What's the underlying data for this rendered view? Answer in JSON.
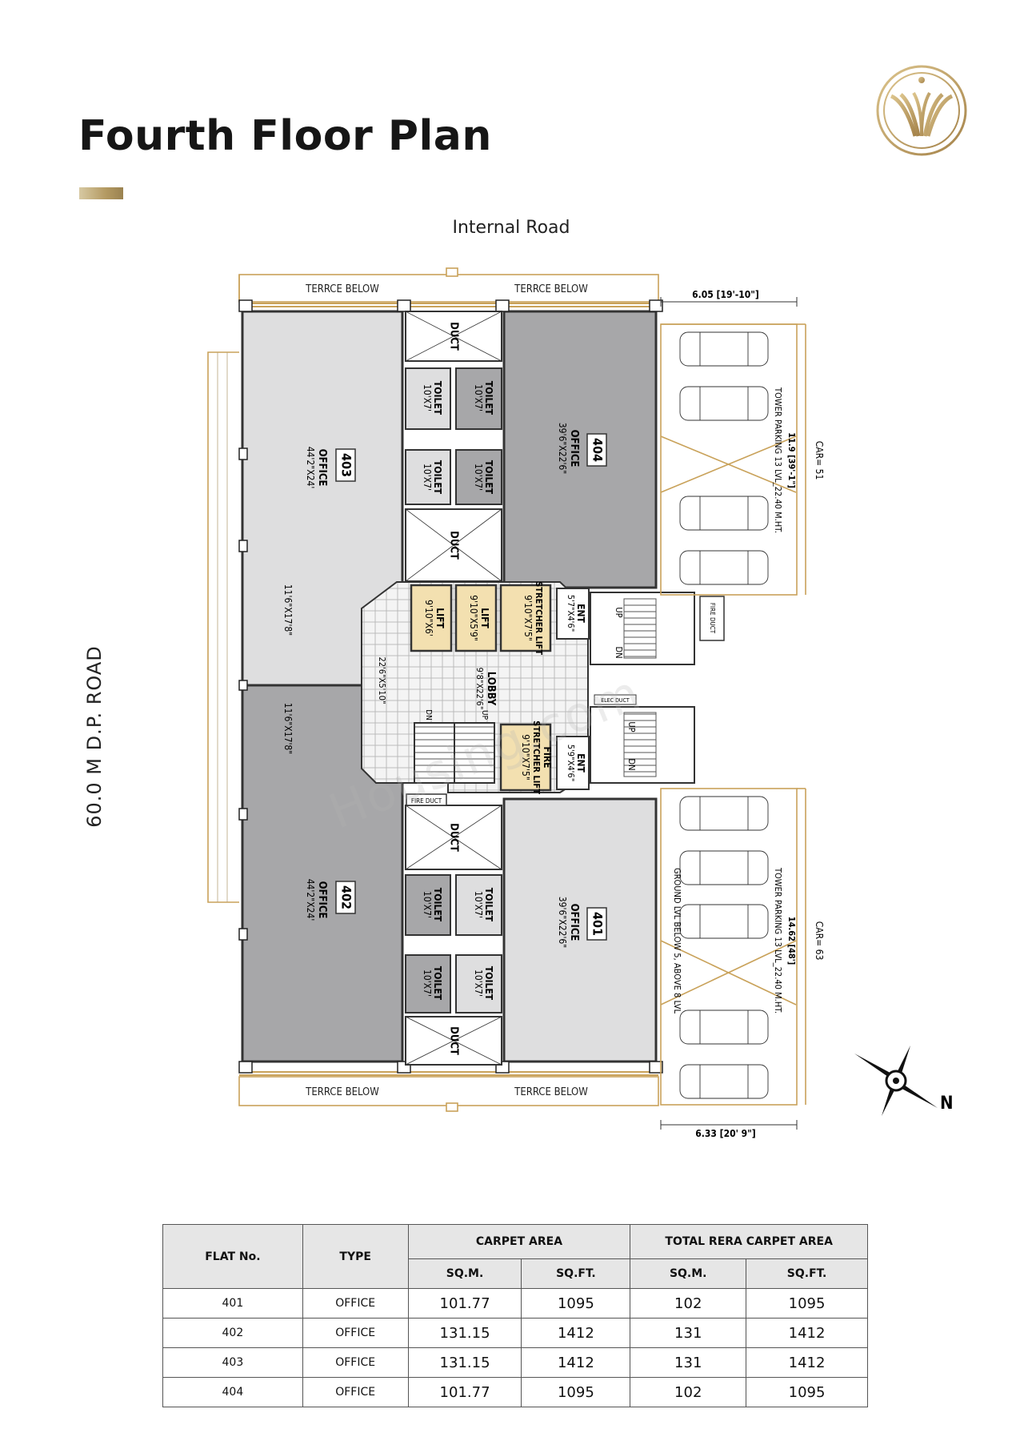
{
  "header": {
    "title": "Fourth Floor Plan"
  },
  "plan": {
    "road_top": "Internal Road",
    "road_left": "60.0 M D.P. ROAD",
    "terrace_label": "TERRCE BELOW",
    "watermark": "Housing.com",
    "north": "N",
    "units": [
      {
        "no": "403",
        "type": "OFFICE",
        "size": "44'2\"X24'",
        "inner": "11'6\"X17'8\""
      },
      {
        "no": "404",
        "type": "OFFICE",
        "size": "39'6\"X22'6\""
      },
      {
        "no": "402",
        "type": "OFFICE",
        "size": "44'2\"X24'",
        "inner": "11'6\"X17'8\""
      },
      {
        "no": "401",
        "type": "OFFICE",
        "size": "39'6\"X22'6\""
      }
    ],
    "duct": "DUCT",
    "toilet": "TOILET",
    "toilet_size": "10'X7'",
    "lift": "LIFT",
    "lift1_size": "9'10\"X6'",
    "lift2_size": "9'10\"X5'9\"",
    "stretcher_lift": "STRETCHER LIFT",
    "stretcher_size": "9'10\"X7'5\"",
    "fire": "FIRE",
    "lobby": "LOBBY",
    "lobby_size": "9'8\"X22'6\"",
    "lobby_side": "22'6\"X5'10\"",
    "ent": "ENT",
    "ent_size_top": "5'7\"X4'6\"",
    "ent_size_bottom": "5'9\"X4'6\"",
    "up": "UP",
    "dn": "DN",
    "fire_duct": "FIRE DUCT",
    "elec_duct": "ELEC DUCT",
    "dim_top": "6.05 [19'-10\"]",
    "dim_bottom": "6.33 [20' 9\"]",
    "dim_side_top": "11.9 [39'-1\"]",
    "dim_side_bottom": "14.62 [48']",
    "tower_top": "TOWER PARKING 13 LVL_22.40 M.HT.",
    "tower_bottom": "TOWER PARKING 13 LVL_22.40 M.HT.",
    "tower_bottom2": "GROUND LVL BELOW 5, ABOVE 8 LVL",
    "car_top": "CAR= 51",
    "car_bottom": "CAR= 63"
  },
  "table": {
    "headers": {
      "flat_no": "FLAT No.",
      "type": "TYPE",
      "carpet": "CARPET AREA",
      "rera": "TOTAL RERA  CARPET  AREA",
      "sqm": "SQ.M.",
      "sqft": "SQ.FT."
    },
    "rows": [
      {
        "flat": "401",
        "type": "OFFICE",
        "c_sqm": "101.77",
        "c_sqft": "1095",
        "r_sqm": "102",
        "r_sqft": "1095"
      },
      {
        "flat": "402",
        "type": "OFFICE",
        "c_sqm": "131.15",
        "c_sqft": "1412",
        "r_sqm": "131",
        "r_sqft": "1412"
      },
      {
        "flat": "403",
        "type": "OFFICE",
        "c_sqm": "131.15",
        "c_sqft": "1412",
        "r_sqm": "131",
        "r_sqft": "1412"
      },
      {
        "flat": "404",
        "type": "OFFICE",
        "c_sqm": "101.77",
        "c_sqft": "1095",
        "r_sqm": "102",
        "r_sqft": "1095"
      }
    ]
  },
  "colors": {
    "gold": "#c9a25a",
    "dark_office": "#a7a7a9",
    "light_office": "#dededf",
    "lift": "#f3e0b0"
  }
}
